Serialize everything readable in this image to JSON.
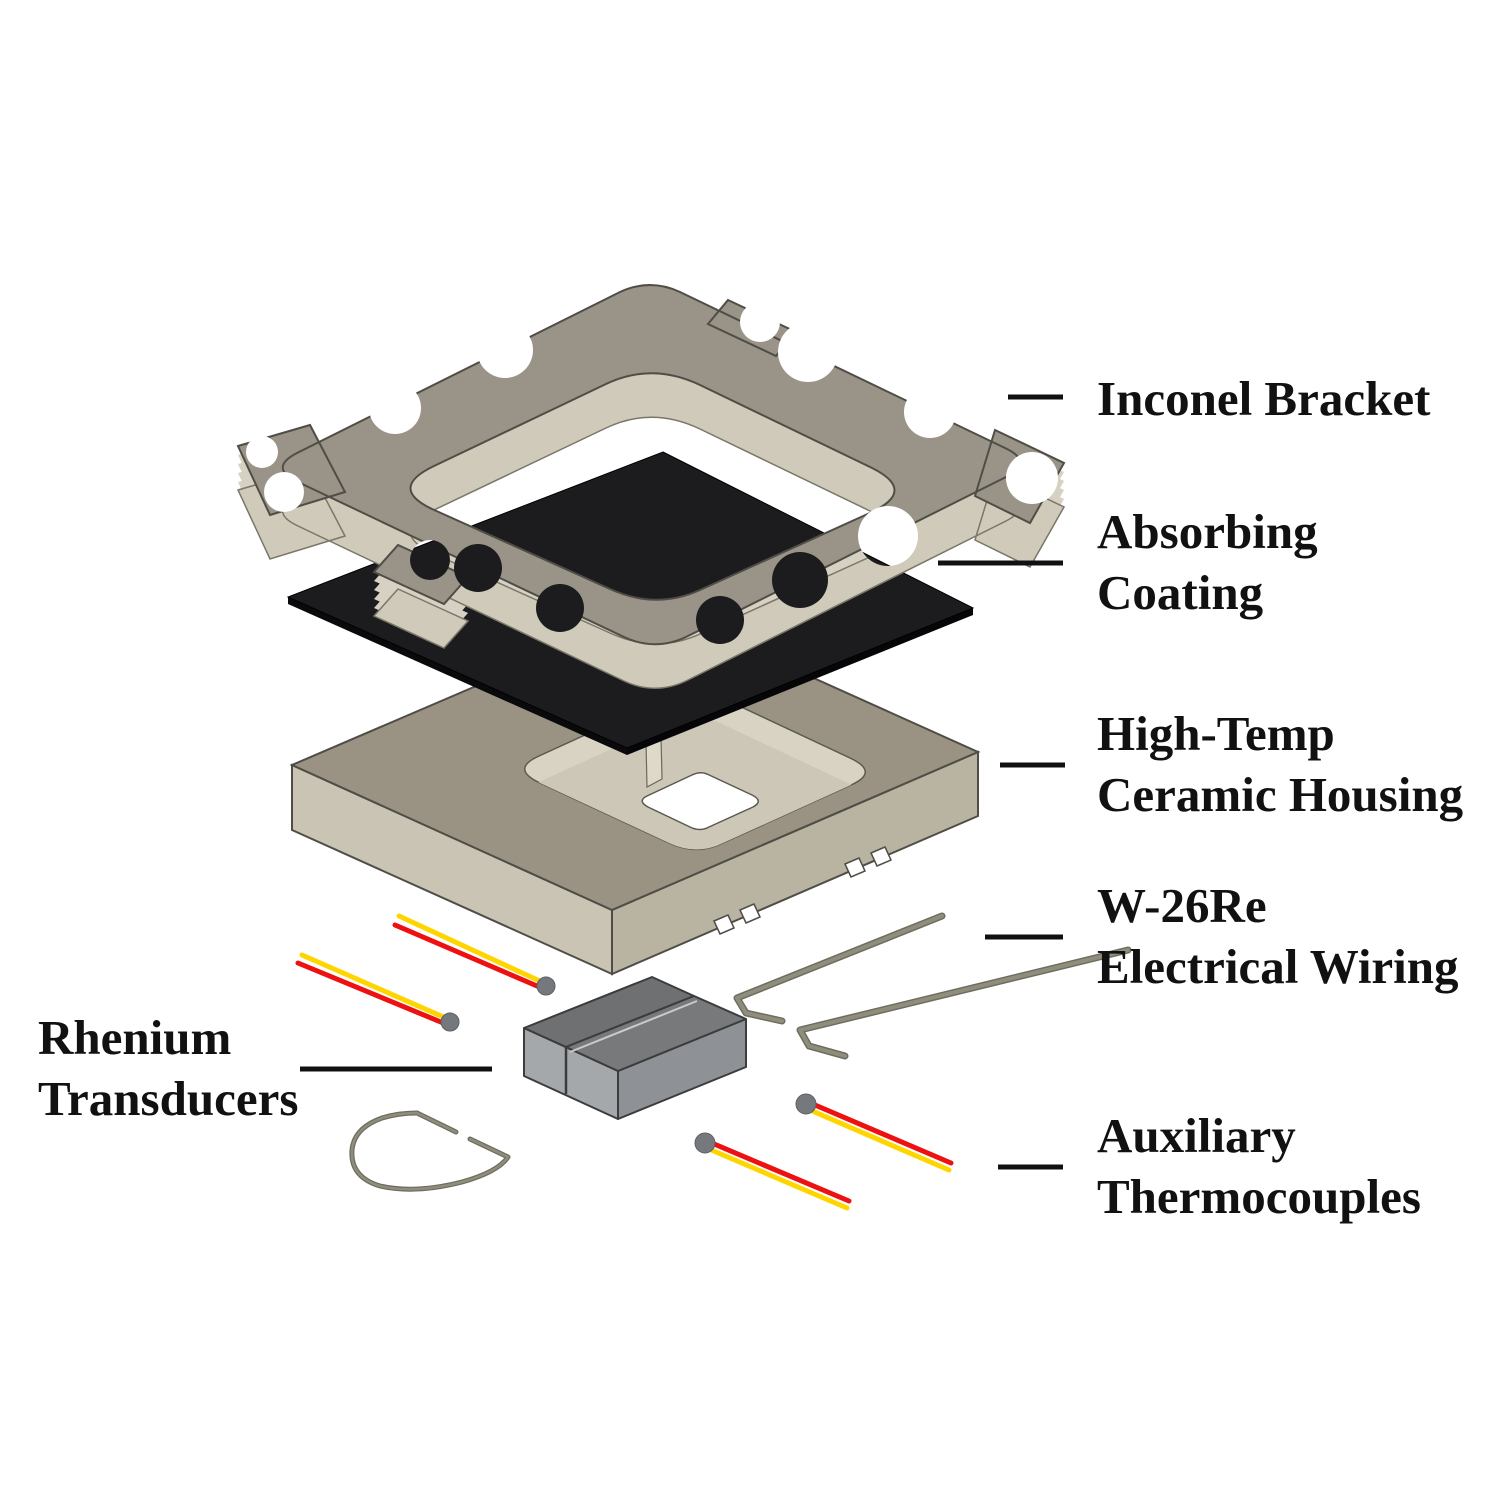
{
  "figure": {
    "type": "exploded-assembly-diagram",
    "background": "#ffffff",
    "labels": {
      "inconel_bracket": "Inconel Bracket",
      "absorbing_coating": "Absorbing\nCoating",
      "ceramic_housing": "High-Temp\nCeramic Housing",
      "electrical_wiring": "W-26Re\nElectrical Wiring",
      "rhenium_transducers": "Rhenium\nTransducers",
      "auxiliary_thermocouples": "Auxiliary\nThermocouples"
    },
    "parts": [
      {
        "name": "Inconel Bracket",
        "count": 1,
        "appearance": "scalloped metal ring frame, isometric"
      },
      {
        "name": "Absorbing Coating",
        "count": 1,
        "appearance": "thin black square sheet"
      },
      {
        "name": "High-Temp Ceramic Housing",
        "count": 1,
        "appearance": "tan slab with recessed pocket and through-hole"
      },
      {
        "name": "W-26Re Electrical Wiring",
        "count": 3,
        "appearance": "bent gray wire leads and one loop"
      },
      {
        "name": "Rhenium Transducers",
        "count": 2,
        "appearance": "paired gray blocks with center groove"
      },
      {
        "name": "Auxiliary Thermocouples",
        "count": 4,
        "appearance": "red/yellow wire pairs with gray bead tips"
      }
    ],
    "colors": {
      "label_text": "#111111",
      "leader_line": "#111111",
      "metal_top": "#9a9387",
      "metal_side": "#d6d1c2",
      "housing_top": "#9a9384",
      "housing_side_left": "#c9c4b3",
      "housing_side_right": "#b9b3a2",
      "pocket_wall": "#d8d3c2",
      "pocket_floor": "#ccc7b6",
      "coating_black": "#1c1c1e",
      "coating_edge": "#060608",
      "transducer_top_back": "#6e7072",
      "transducer_top_front": "#77797b",
      "transducer_front": "#a4a8ab",
      "transducer_right": "#8e9296",
      "wire_metal": "#8f8d7c",
      "thermocouple_red": "#ee1111",
      "thermocouple_yellow": "#ffd500",
      "thermocouple_tip": "#75797d",
      "outline": "#4f4d46"
    }
  }
}
